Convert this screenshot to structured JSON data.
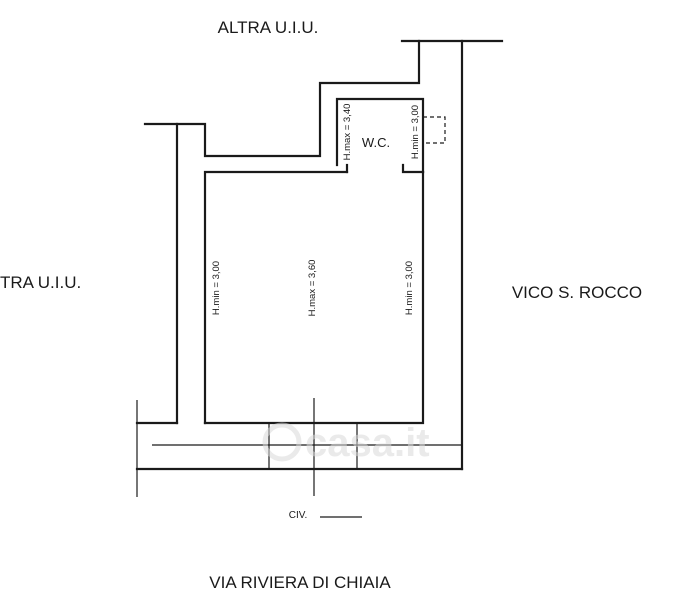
{
  "labels": {
    "top_neighbor": "ALTRA U.I.U.",
    "left_neighbor": "TRA U.I.U.",
    "right_street": "VICO S. ROCCO",
    "bottom_street": "VIA RIVIERA DI CHIAIA",
    "civic": "CIV.",
    "wc": "W.C."
  },
  "dimensions": {
    "wc_left": "H.max = 3,40",
    "wc_right": "H.min = 3,00",
    "main_left": "H.min = 3,00",
    "main_center": "H.max = 3,60",
    "main_right": "H.min = 3,00"
  },
  "watermark": "casa.it"
}
